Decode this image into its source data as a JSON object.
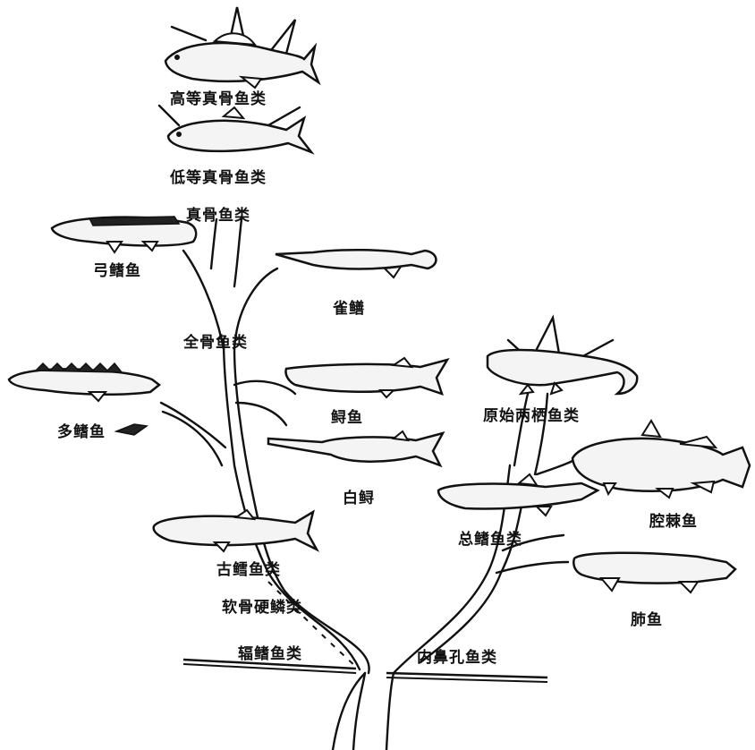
{
  "labels": {
    "higher_teleosts": "高等真骨鱼类",
    "lower_teleosts": "低等真骨鱼类",
    "teleosts": "真骨鱼类",
    "bowfin": "弓鳍鱼",
    "gar": "雀鳝",
    "holosteans": "全骨鱼类",
    "bichir": "多鳍鱼",
    "sturgeon": "鲟鱼",
    "paddlefish": "白鲟",
    "early_amphibians": "原始两栖鱼类",
    "coelacanth": "腔棘鱼",
    "crossopterygians": "总鳍鱼类",
    "palaeoniscoids": "古鳕鱼类",
    "chondrosteans": "软骨硬鳞类",
    "lungfish": "肺鱼",
    "ray_finned": "辐鳍鱼类",
    "lobe_finned": "内鼻孔鱼类"
  }
}
